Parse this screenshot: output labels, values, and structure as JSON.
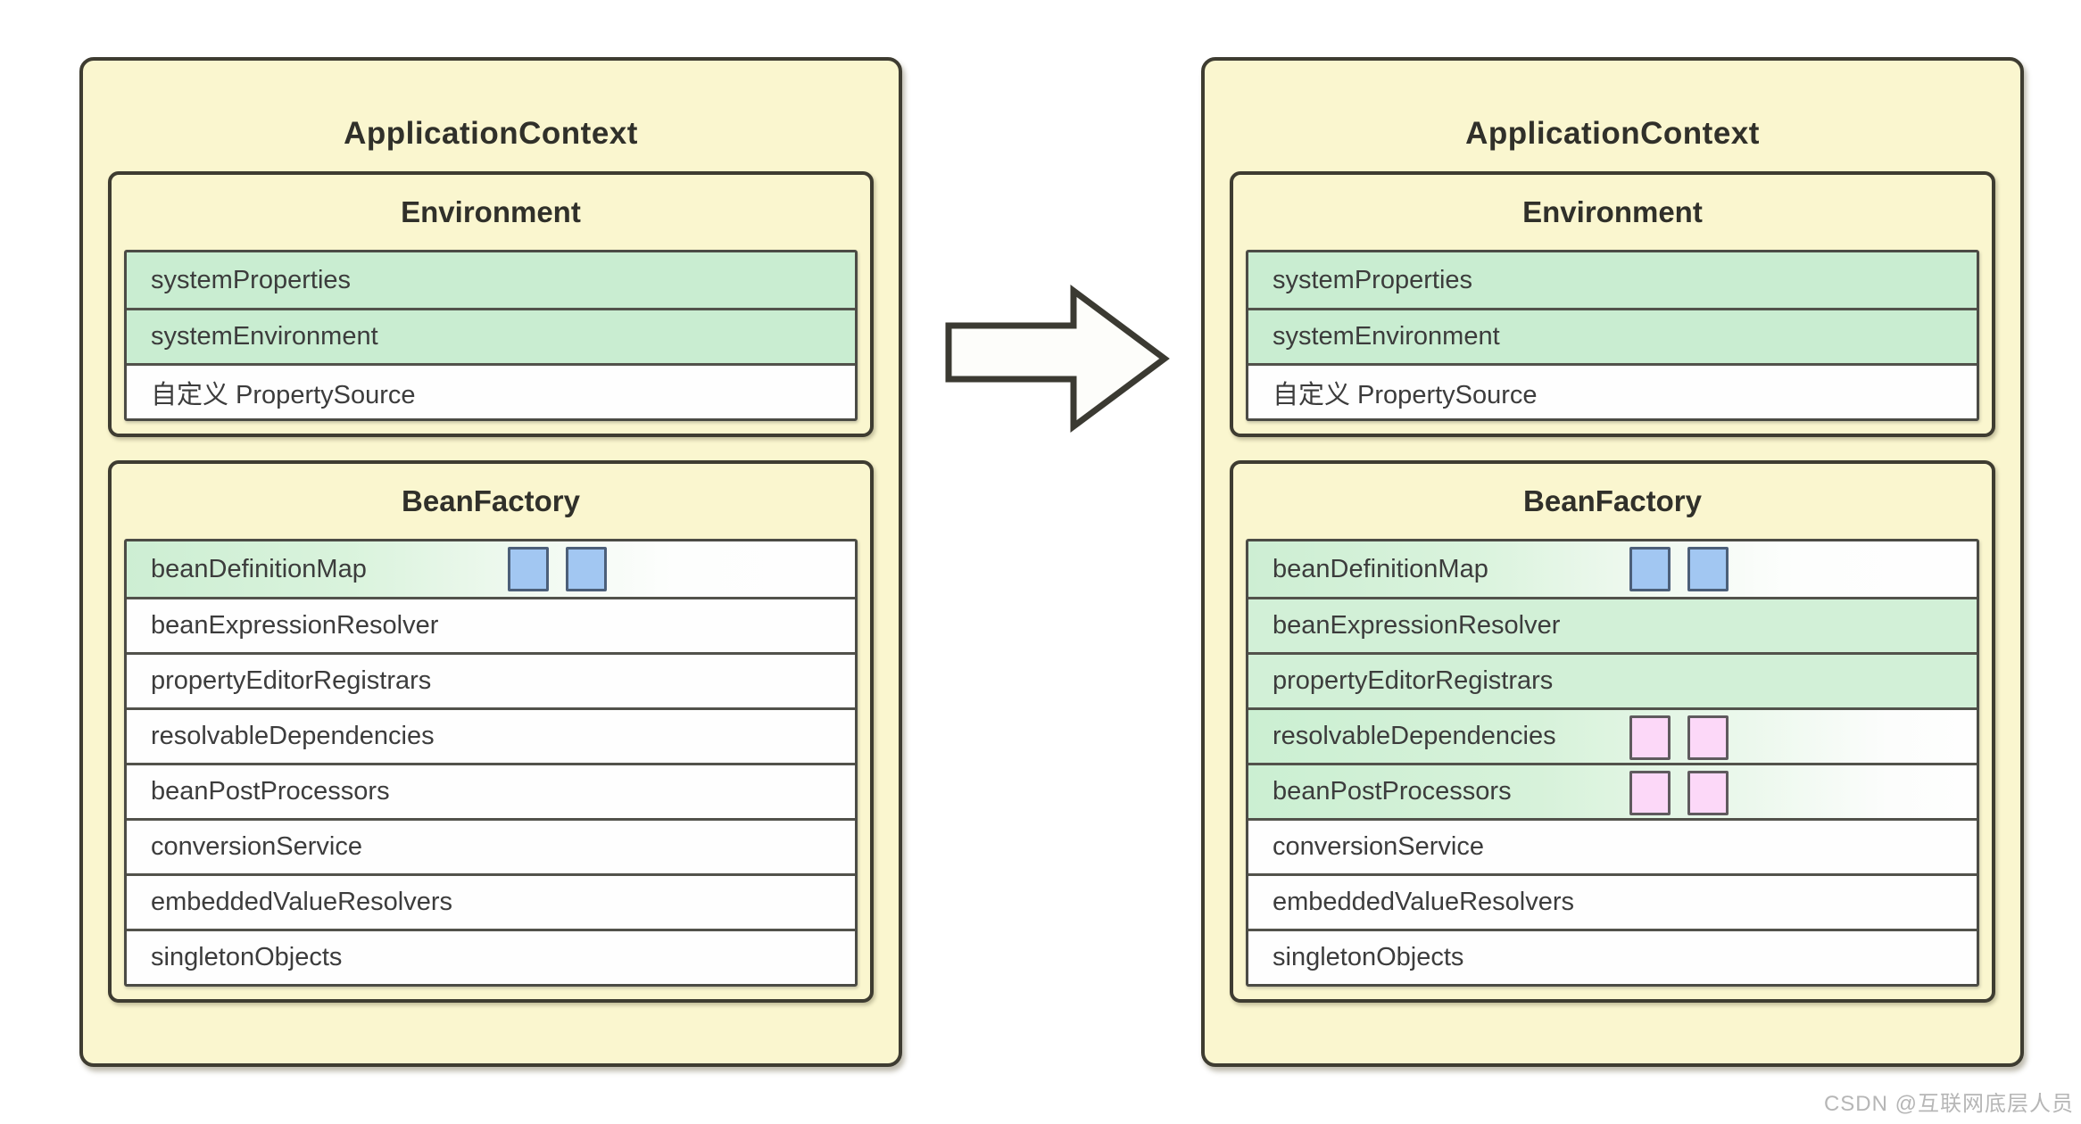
{
  "watermark": "CSDN @互联网底层人员",
  "arrow": {
    "icon": "right-block-arrow",
    "direction": "right"
  },
  "colors": {
    "panel_fill": "#faf6cf",
    "panel_border": "#3e3c31",
    "row_green_environment": "#c9edd1",
    "row_green_beanfactory": "#d2f0d7",
    "blue_square_fill": "#a2c7f2",
    "blue_square_border": "#4c5f79",
    "pink_square_fill": "#fcd8f8",
    "pink_square_border": "#5f5a5e",
    "watermark_gray": "#b6b6b6"
  },
  "left_panel": {
    "title": "ApplicationContext",
    "environment": {
      "title": "Environment",
      "rows": [
        "systemProperties",
        "systemEnvironment",
        "自定义 PropertySource"
      ]
    },
    "bean_factory": {
      "title": "BeanFactory",
      "rows": [
        "beanDefinitionMap",
        "beanExpressionResolver",
        "propertyEditorRegistrars",
        "resolvableDependencies",
        "beanPostProcessors",
        "conversionService",
        "embeddedValueResolvers",
        "singletonObjects"
      ]
    }
  },
  "right_panel": {
    "title": "ApplicationContext",
    "environment": {
      "title": "Environment",
      "rows": [
        "systemProperties",
        "systemEnvironment",
        "自定义 PropertySource"
      ]
    },
    "bean_factory": {
      "title": "BeanFactory",
      "rows": [
        "beanDefinitionMap",
        "beanExpressionResolver",
        "propertyEditorRegistrars",
        "resolvableDependencies",
        "beanPostProcessors",
        "conversionService",
        "embeddedValueResolvers",
        "singletonObjects"
      ]
    }
  }
}
